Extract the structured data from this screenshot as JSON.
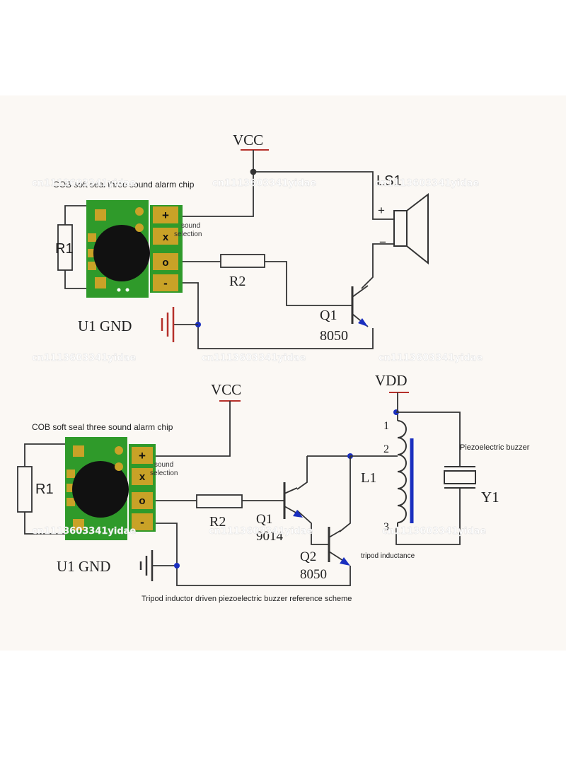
{
  "colors": {
    "wire": "#333333",
    "pcb_green": "#2f9a2a",
    "pad_gold": "#c9a227",
    "chip_black": "#111111",
    "accent_red": "#b5302a",
    "inductor_blue": "#1a2fbf",
    "sheet": "#fbf8f4"
  },
  "top": {
    "vcc_label": "VCC",
    "chip_caption": "COB soft seal three sound alarm chip",
    "sound_selection": [
      "sound",
      "selection"
    ],
    "pad_symbols": [
      "+",
      "x",
      "o",
      "-"
    ],
    "r1_label": "R1",
    "r2_label": "R2",
    "speaker_label": "LS1",
    "speaker_plus": "+",
    "speaker_minus": "−",
    "transistor_label": "Q1",
    "transistor_part": "8050",
    "gnd_label": "U1 GND"
  },
  "bottom": {
    "vcc_label": "VCC",
    "vdd_label": "VDD",
    "chip_caption": "COB soft seal three sound alarm chip",
    "sound_selection": [
      "sound",
      "selection"
    ],
    "pad_symbols": [
      "+",
      "x",
      "o",
      "-"
    ],
    "r1_label": "R1",
    "r2_label": "R2",
    "q1_label": "Q1",
    "q1_part": "9014",
    "q2_label": "Q2",
    "q2_part": "8050",
    "inductor_label": "L1",
    "pin_numbers": [
      "1",
      "2",
      "3"
    ],
    "buzzer_caption": "Piezoelectric buzzer",
    "buzzer_label": "Y1",
    "inductor_caption": "tripod inductance",
    "gnd_label": "U1 GND",
    "scheme_caption": "Tripod inductor driven piezoelectric buzzer reference scheme"
  },
  "watermark": "cn1113603341yidae"
}
